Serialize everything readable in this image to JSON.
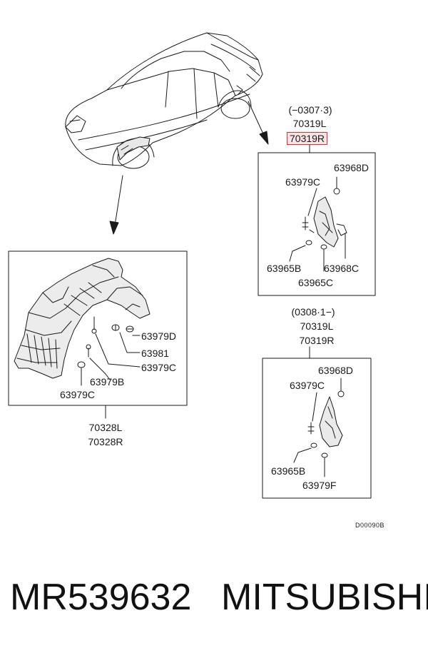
{
  "left_panel": {
    "callouts": [
      "63979D",
      "63981",
      "63979C",
      "63979B",
      "63979C"
    ],
    "part_left": "70328L",
    "part_right": "70328R"
  },
  "upper_right": {
    "date_range": "(−0307·3)",
    "part_left": "70319L",
    "part_right_highlighted": "70319R",
    "callouts": [
      "63968D",
      "63979C",
      "63965B",
      "63968C",
      "63965C"
    ]
  },
  "lower_right": {
    "date_range": "(0308·1−)",
    "part_left": "70319L",
    "part_right": "70319R",
    "callouts": [
      "63968D",
      "63979C",
      "63965B",
      "63979F"
    ]
  },
  "diagram_code": "D00090B",
  "footer": {
    "part_number": "MR539632",
    "brand": "MITSUBISHI"
  },
  "colors": {
    "line": "#1a1a1a",
    "highlight_border": "#e03030",
    "highlight_fill": "#fbe4e4"
  }
}
